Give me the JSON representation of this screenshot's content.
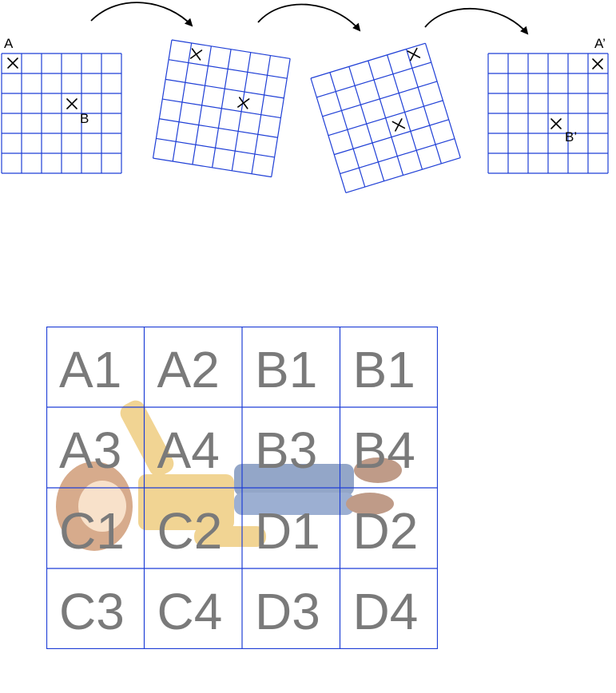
{
  "top_diagram": {
    "labels": {
      "point_a": "A",
      "point_b": "B",
      "point_a_prime": "A’",
      "point_b_prime": "B’"
    }
  },
  "tile_grid": {
    "tiles": [
      [
        "A1",
        "A2",
        "B1",
        "B1"
      ],
      [
        "A3",
        "A4",
        "B3",
        "B4"
      ],
      [
        "C1",
        "C2",
        "D1",
        "D2"
      ],
      [
        "C3",
        "C4",
        "D3",
        "D4"
      ]
    ],
    "line_color": "#1f3fd6",
    "text_color": "#7a7a7a"
  }
}
